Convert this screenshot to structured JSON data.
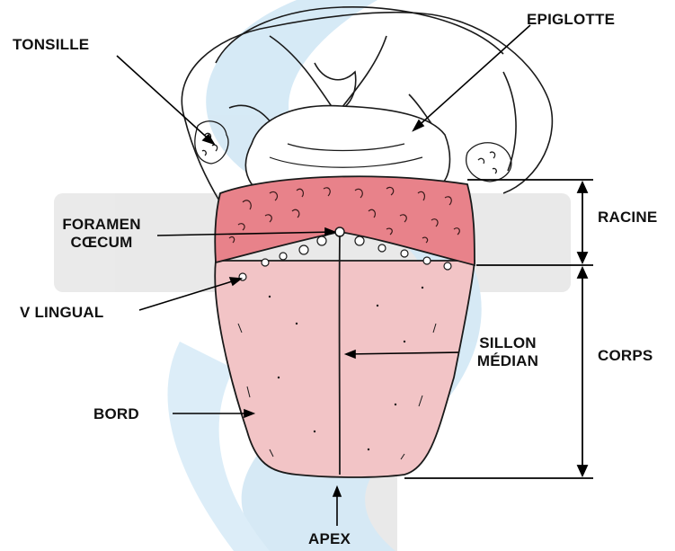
{
  "labels": {
    "tonsille": "TONSILLE",
    "epiglotte": "EPIGLOTTE",
    "foramen_line1": "FORAMEN",
    "foramen_line2": "CŒCUM",
    "racine": "RACINE",
    "v_lingual": "V LINGUAL",
    "sillon_line1": "SILLON",
    "sillon_line2": "MÉDIAN",
    "corps": "CORPS",
    "bord": "BORD",
    "apex": "APEX"
  },
  "colors": {
    "racine_fill": "#e8828a",
    "corps_fill": "#f2c4c6",
    "ink": "#1a1a1a",
    "watermark_blue": "#cfe6f4",
    "watermark_grey": "#e4e4e4"
  }
}
